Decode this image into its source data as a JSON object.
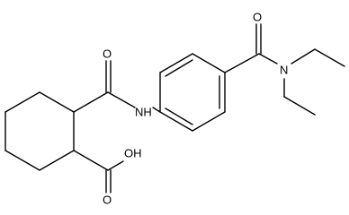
{
  "molecule": {
    "labels": {
      "o_amide_top": "O",
      "nh": "NH",
      "o_amide_right": "O",
      "n_diethyl": "N",
      "oh": "OH",
      "o_acid": "O"
    }
  }
}
